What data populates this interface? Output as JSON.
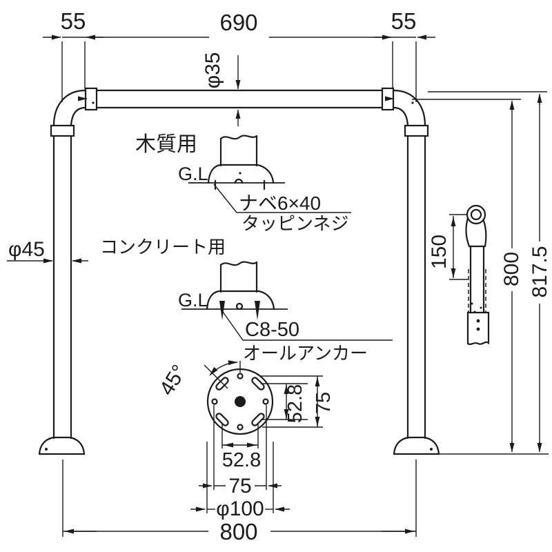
{
  "drawing": {
    "title": "handrail-installation-drawing",
    "colors": {
      "line": "#1b1b1b",
      "background": "#ffffff"
    },
    "dimensions": {
      "top_left_offset": "55",
      "top_span": "690",
      "top_right_offset": "55",
      "rail_diameter": "φ35",
      "post_diameter": "φ45",
      "height_to_center": "800",
      "height_overall": "817.5",
      "grip_length": "150",
      "bottom_span": "800",
      "flange_hole_angle": "45°",
      "flange_slot_pitch_vertical": "52.8",
      "flange_hole_pitch_vertical": "75",
      "flange_slot_pitch_horizontal": "52.8",
      "flange_hole_pitch_horizontal": "75",
      "flange_diameter": "φ100"
    },
    "labels": {
      "wood_type": "木質用",
      "ground_level_wood": "G.L",
      "wood_screw_spec": "ナベ6×40",
      "wood_screw_type": "タッピンネジ",
      "concrete_type": "コンクリート用",
      "ground_level_concrete": "G.L",
      "anchor_spec": "C8-50",
      "anchor_type": "オールアンカー"
    }
  }
}
